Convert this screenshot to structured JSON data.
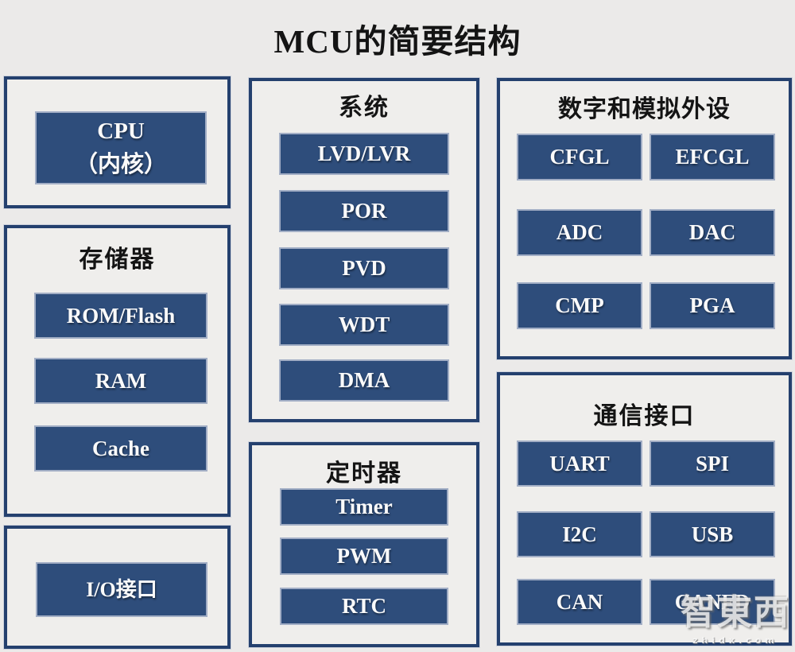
{
  "title": "MCU的简要结构",
  "colors": {
    "page_bg": "#ebeae9",
    "panel_bg": "#efeeec",
    "panel_border": "#24406e",
    "block_bg": "#2e4d7b",
    "block_text": "#fafafa",
    "title_text": "#141414"
  },
  "panels": {
    "cpu": {
      "line1": "CPU",
      "line2": "（内核）"
    },
    "memory": {
      "title": "存储器",
      "items": [
        {
          "label": "ROM/Flash"
        },
        {
          "label": "RAM"
        },
        {
          "label": "Cache"
        }
      ]
    },
    "io": {
      "items": [
        {
          "label": "I/O接口"
        }
      ]
    },
    "system": {
      "title": "系统",
      "items": [
        {
          "label": "LVD/LVR"
        },
        {
          "label": "POR"
        },
        {
          "label": "PVD"
        },
        {
          "label": "WDT"
        },
        {
          "label": "DMA"
        }
      ]
    },
    "timer": {
      "title": "定时器",
      "items": [
        {
          "label": "Timer"
        },
        {
          "label": "PWM"
        },
        {
          "label": "RTC"
        }
      ]
    },
    "digital": {
      "title": "数字和模拟外设",
      "items": [
        {
          "label": "CFGL"
        },
        {
          "label": "EFCGL"
        },
        {
          "label": "ADC"
        },
        {
          "label": "DAC"
        },
        {
          "label": "CMP"
        },
        {
          "label": "PGA"
        }
      ]
    },
    "comm": {
      "title": "通信接口",
      "items": [
        {
          "label": "UART"
        },
        {
          "label": "SPI"
        },
        {
          "label": "I2C"
        },
        {
          "label": "USB"
        },
        {
          "label": "CAN"
        },
        {
          "label": "CANFD"
        }
      ]
    }
  },
  "watermark": {
    "logo": "智東西",
    "domain": "zhidx.com"
  }
}
